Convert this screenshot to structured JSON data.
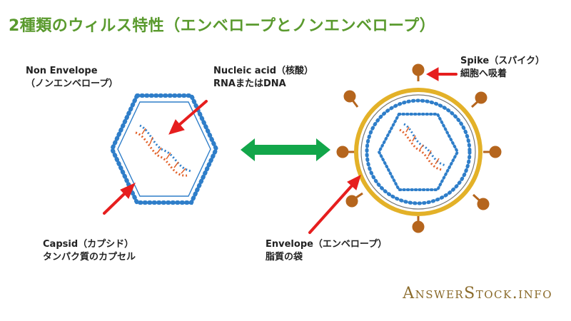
{
  "title": "2種類のウィルス特性（エンベロープとノンエンベロープ）",
  "labels": {
    "non_envelope": {
      "line1": "Non Envelope",
      "line2": "（ノンエンベロープ）"
    },
    "nucleic_acid": {
      "line1": "Nucleic acid（核酸）",
      "line2": "RNAまたはDNA"
    },
    "spike": {
      "line1": "Spike（スパイク）",
      "line2": "細胞へ吸着"
    },
    "capsid": {
      "line1": "Capsid（カプシド）",
      "line2": "タンパク質のカプセル"
    },
    "envelope": {
      "line1": "Envelope（エンベロープ）",
      "line2": "脂質の袋"
    }
  },
  "brand": "AnswerStock.info",
  "colors": {
    "title": "#5a9a2e",
    "capsid_blue": "#2f7ec9",
    "dna_red": "#e2622a",
    "dna_blue": "#2f7ec9",
    "envelope_gold": "#e3b128",
    "spike_brown": "#b5651d",
    "arrow_red": "#e61e1e",
    "double_arrow_green": "#12a64a",
    "brand": "#8a6a2a"
  }
}
